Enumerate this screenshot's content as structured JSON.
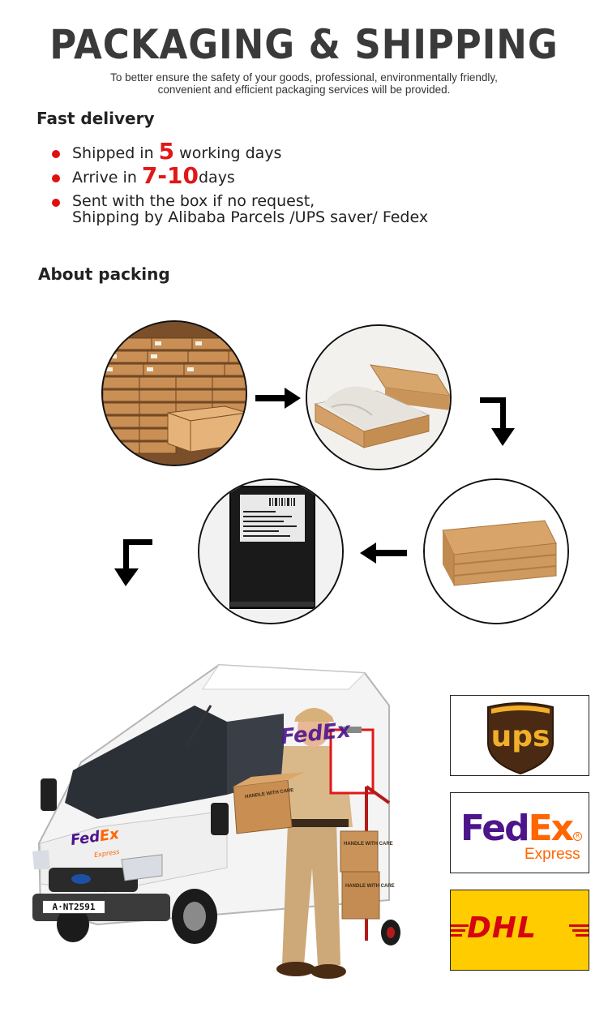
{
  "header": {
    "title": "PACKAGING & SHIPPING",
    "subtitle_line1": "To better ensure the safety of your goods, professional, environmentally friendly,",
    "subtitle_line2": "convenient and efficient packaging services will be provided."
  },
  "fast_delivery": {
    "title": "Fast delivery",
    "items": [
      {
        "before": "Shipped in ",
        "highlight": "5",
        "after": " working days"
      },
      {
        "before": "Arrive in ",
        "highlight": "7-10",
        "after": "days"
      },
      {
        "line1": "Sent with the box if no request,",
        "line2": "Shipping by Alibaba Parcels /UPS saver/ Fedex"
      }
    ]
  },
  "about_packing": {
    "title": "About packing",
    "steps": [
      {
        "icon": "stacked-shoeboxes-image"
      },
      {
        "icon": "open-shoebox-image"
      },
      {
        "icon": "closed-shoebox-image"
      },
      {
        "icon": "black-mailer-bag-image"
      }
    ]
  },
  "carriers": {
    "ups": {
      "text": "ups"
    },
    "fedex": {
      "fed": "Fed",
      "ex": "Ex",
      "sub": "Express",
      "reg": "R"
    },
    "dhl": {
      "text": "DHL"
    }
  },
  "delivery_scene": {
    "van_logo_fed": "Fed",
    "van_logo_ex": "Ex",
    "van_logo_sub": "Express",
    "side_logo": "FedEx",
    "plate": "A·NT2591",
    "box_label": "HANDLE WITH CARE"
  },
  "colors": {
    "accent_red": "#e01818",
    "fedex_purple": "#4d148c",
    "fedex_orange": "#ff6600",
    "dhl_yellow": "#ffcc00",
    "dhl_red": "#d40511",
    "ups_brown": "#4a2a12",
    "ups_gold": "#f2b02a"
  }
}
